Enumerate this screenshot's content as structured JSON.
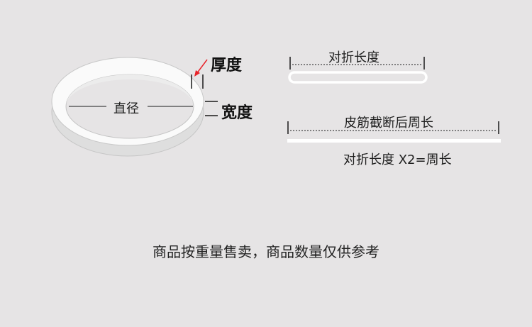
{
  "ring": {
    "thickness_label": "厚度",
    "width_label": "宽度",
    "diameter_label": "直径"
  },
  "folded": {
    "label": "对折长度"
  },
  "cut": {
    "label": "皮筋截断后周长",
    "formula": "对折长度 X2=周长"
  },
  "footer": {
    "note": "商品按重量售卖，商品数量仅供参考"
  },
  "colors": {
    "background": "#e6e4e5",
    "band": "#ffffff",
    "arrow": "#e8232a",
    "line": "#1a1a1a"
  }
}
